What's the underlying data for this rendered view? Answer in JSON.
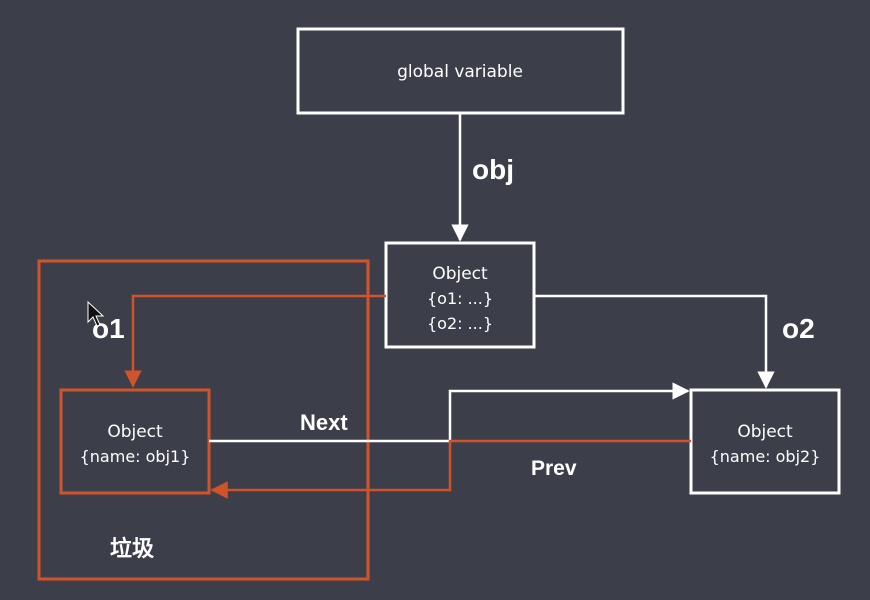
{
  "nodes": {
    "global": {
      "label": "global variable"
    },
    "root": {
      "title": "Object",
      "line1": "{o1:  ...}",
      "line2": "{o2:  ...}"
    },
    "obj1": {
      "title": "Object",
      "line1": "{name: obj1}"
    },
    "obj2": {
      "title": "Object",
      "line1": "{name: obj2}"
    }
  },
  "edges": {
    "obj": "obj",
    "o1": "o1",
    "o2": "o2",
    "next": "Next",
    "prev": "Prev"
  },
  "garbage_region": {
    "label": "垃圾"
  },
  "colors": {
    "background": "#3c3f4a",
    "stroke": "#ffffff",
    "accent": "#d0532b"
  }
}
